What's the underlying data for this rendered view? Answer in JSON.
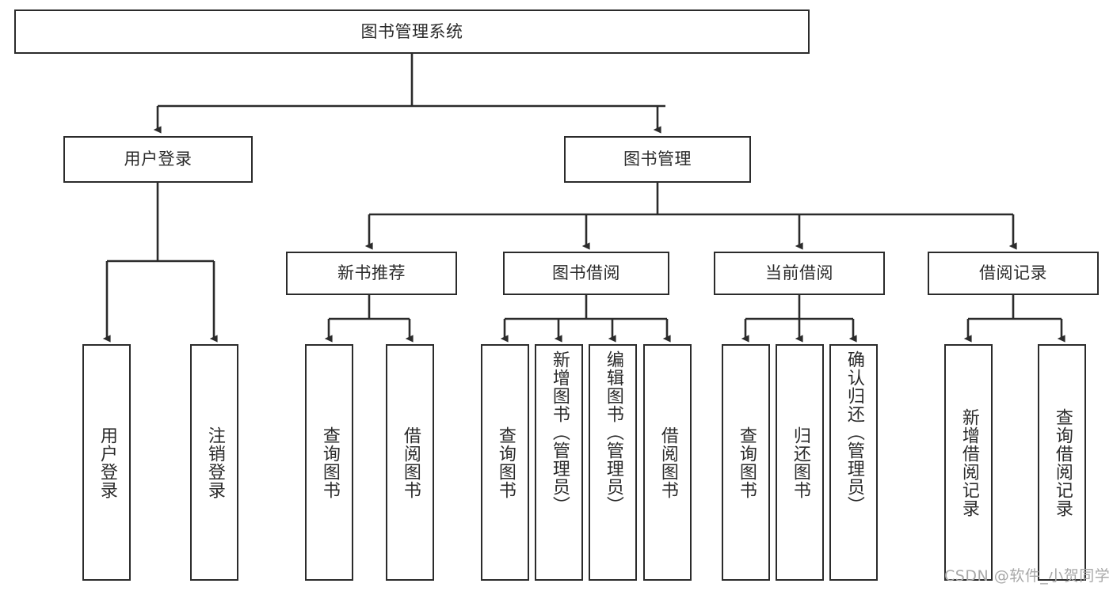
{
  "diagram": {
    "title": "图书管理系统",
    "type": "tree-hierarchy-diagram",
    "colors": {
      "background": "#ffffff",
      "node_fill": "#ffffff",
      "node_border": "#2b2b2b",
      "connector": "#2b2b2b",
      "text": "#2b2b2b",
      "watermark": "#a8a8a8"
    },
    "root": {
      "label": "图书管理系统"
    },
    "level2": [
      {
        "label": "用户登录"
      },
      {
        "label": "图书管理"
      }
    ],
    "level3": [
      {
        "label": "新书推荐"
      },
      {
        "label": "图书借阅"
      },
      {
        "label": "当前借阅"
      },
      {
        "label": "借阅记录"
      }
    ],
    "leaves": {
      "user_login": [
        {
          "label": "用户登录"
        },
        {
          "label": "注销登录"
        }
      ],
      "new_book_recommend": [
        {
          "label": "查询图书"
        },
        {
          "label": "借阅图书"
        }
      ],
      "book_borrow": [
        {
          "label": "查询图书"
        },
        {
          "label": "新增图书（管理员）"
        },
        {
          "label": "编辑图书（管理员）"
        },
        {
          "label": "借阅图书"
        }
      ],
      "current_borrow": [
        {
          "label": "查询图书"
        },
        {
          "label": "归还图书"
        },
        {
          "label": "确认归还（管理员）"
        }
      ],
      "borrow_record": [
        {
          "label": "新增借阅记录"
        },
        {
          "label": "查询借阅记录"
        }
      ]
    },
    "watermark": "CSDN @软件_小贺同学"
  }
}
